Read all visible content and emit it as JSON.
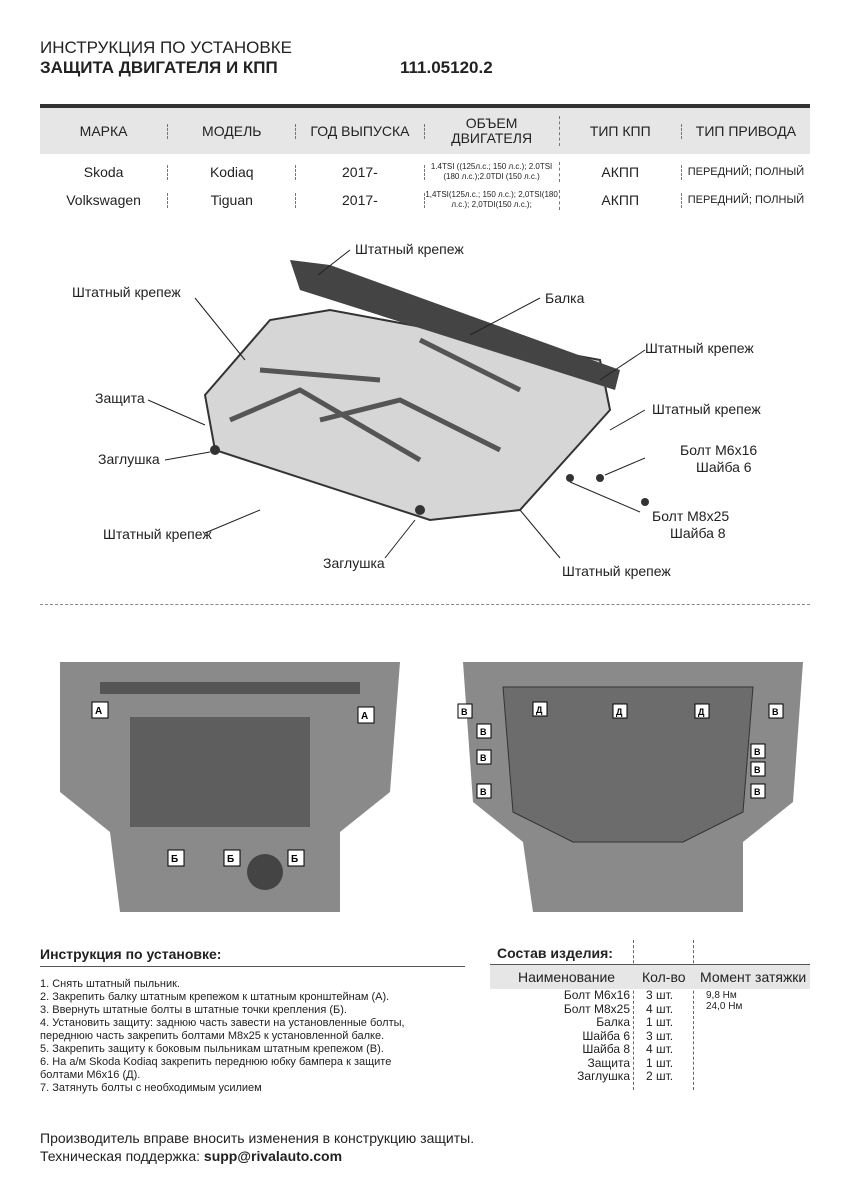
{
  "header": {
    "title": "ИНСТРУКЦИЯ ПО УСТАНОВКЕ",
    "subtitle": "ЗАЩИТА ДВИГАТЕЛЯ И КПП",
    "code": "111.05120.2"
  },
  "table": {
    "headers": [
      "МАРКА",
      "МОДЕЛЬ",
      "ГОД ВЫПУСКА",
      "ОБЪЕМ ДВИГАТЕЛЯ",
      "ТИП КПП",
      "ТИП ПРИВОДА"
    ],
    "rows": [
      [
        "Skoda",
        "Kodiaq",
        "2017-",
        "1.4TSI ((125л.с.; 150 л.с.); 2.0TSI (180 л.с.);2.0TDI (150 л.с.)",
        "АКПП",
        "ПЕРЕДНИЙ; ПОЛНЫЙ"
      ],
      [
        "Volkswagen",
        "Tiguan",
        "2017-",
        "1,4TSI(125л.с.; 150 л.с.); 2,0TSI(180 л.с.); 2,0TDI(150 л.с.);",
        "АКПП",
        "ПЕРЕДНИЙ; ПОЛНЫЙ"
      ]
    ]
  },
  "diagram": {
    "labels": [
      "Штатный крепеж",
      "Штатный крепеж",
      "Балка",
      "Штатный крепеж",
      "Защита",
      "Штатный крепеж",
      "Заглушка",
      "Болт М6х16",
      "Шайба 6",
      "Болт М8х25",
      "Шайба 8",
      "Штатный крепеж",
      "Заглушка",
      "Штатный крепеж"
    ]
  },
  "photos": {
    "left_markers": [
      "А",
      "А",
      "Б",
      "Б",
      "Б"
    ],
    "right_markers": [
      "В",
      "Д",
      "Д",
      "Д",
      "В",
      "В",
      "В",
      "В",
      "В",
      "В",
      "В"
    ]
  },
  "instructions": {
    "title": "Инструкция по установке:",
    "steps": [
      "1. Снять штатный пыльник.",
      "2. Закрепить балку штатным крепежом к штатным кронштейнам (А).",
      "3. Ввернуть штатные болты в штатные точки крепления (Б).",
      "4. Установить защиту: заднюю часть завести на установленные болты,",
      "переднюю часть закрепить болтами М8х25 к установленной балке.",
      "5. Закрепить защиту к боковым пыльникам штатным крепежом (В).",
      "6. На а/м Skoda Kodiaq закрепить переднюю юбку бампера к защите",
      "болтами М6х16 (Д).",
      "7. Затянуть болты с необходимым усилием"
    ]
  },
  "composition": {
    "title": "Состав изделия:",
    "headers": [
      "Наименование",
      "Кол-во",
      "Момент затяжки"
    ],
    "items": [
      [
        "Болт М6х16",
        "3 шт.",
        "9,8 Нм"
      ],
      [
        "Болт М8х25",
        "4 шт.",
        "24,0 Нм"
      ],
      [
        "Балка",
        "1 шт.",
        ""
      ],
      [
        "Шайба 6",
        "3 шт.",
        ""
      ],
      [
        "Шайба 8",
        "4 шт.",
        ""
      ],
      [
        "Защита",
        "1 шт.",
        ""
      ],
      [
        "Заглушка",
        "2 шт.",
        ""
      ]
    ]
  },
  "footer": {
    "note": "Производитель вправе вносить изменения в конструкцию защиты.",
    "support_label": "Техническая поддержка: ",
    "email": "supp@rivalauto.com"
  }
}
